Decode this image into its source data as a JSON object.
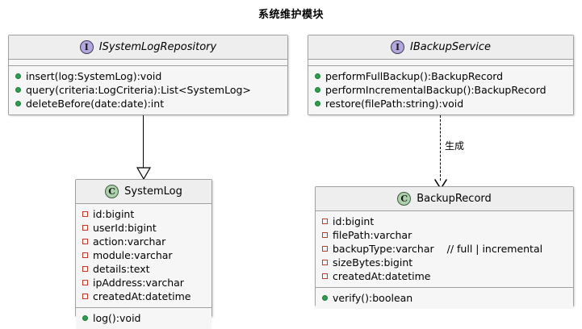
{
  "diagram": {
    "title": "系统维护模块",
    "type": "uml-class-diagram"
  },
  "colors": {
    "interface_icon": "#b4a7e0",
    "class_icon": "#add1ad",
    "public_marker": "#2e9e4f",
    "private_marker": "#c0392b",
    "box_fill": "#f6f6f6",
    "header_fill": "#eeeeee",
    "border": "#a0a0a0",
    "connector": "#000000"
  },
  "nodes": [
    {
      "id": "ISystemLogRepository",
      "stereotype": "I",
      "kind": "interface",
      "name": "ISystemLogRepository",
      "attributes": [],
      "methods": [
        {
          "marker": "public",
          "text": "insert(log:SystemLog):void"
        },
        {
          "marker": "public",
          "text": "query(criteria:LogCriteria):List<SystemLog>"
        },
        {
          "marker": "public",
          "text": "deleteBefore(date:date):int"
        }
      ]
    },
    {
      "id": "IBackupService",
      "stereotype": "I",
      "kind": "interface",
      "name": "IBackupService",
      "attributes": [],
      "methods": [
        {
          "marker": "public",
          "text": "performFullBackup():BackupRecord"
        },
        {
          "marker": "public",
          "text": "performIncrementalBackup():BackupRecord"
        },
        {
          "marker": "public",
          "text": "restore(filePath:string):void"
        }
      ]
    },
    {
      "id": "SystemLog",
      "stereotype": "C",
      "kind": "class",
      "name": "SystemLog",
      "attributes": [
        {
          "marker": "private",
          "text": "id:bigint"
        },
        {
          "marker": "private",
          "text": "userId:bigint"
        },
        {
          "marker": "private",
          "text": "action:varchar"
        },
        {
          "marker": "private",
          "text": "module:varchar"
        },
        {
          "marker": "private",
          "text": "details:text"
        },
        {
          "marker": "private",
          "text": "ipAddress:varchar"
        },
        {
          "marker": "private",
          "text": "createdAt:datetime"
        }
      ],
      "methods": [
        {
          "marker": "public",
          "text": "log():void"
        }
      ]
    },
    {
      "id": "BackupRecord",
      "stereotype": "C",
      "kind": "class",
      "name": "BackupRecord",
      "attributes": [
        {
          "marker": "private",
          "text": "id:bigint"
        },
        {
          "marker": "private",
          "text": "filePath:varchar"
        },
        {
          "marker": "private",
          "text": "backupType:varchar",
          "comment": "// full | incremental"
        },
        {
          "marker": "private",
          "text": "sizeBytes:bigint"
        },
        {
          "marker": "private",
          "text": "createdAt:datetime"
        }
      ],
      "methods": [
        {
          "marker": "public",
          "text": "verify():boolean"
        }
      ]
    }
  ],
  "edges": [
    {
      "id": "edge-systemlog-realization",
      "from": "ISystemLogRepository",
      "to": "SystemLog",
      "style": "solid",
      "arrow": "hollow-triangle",
      "label": ""
    },
    {
      "id": "edge-backup-dependency",
      "from": "IBackupService",
      "to": "BackupRecord",
      "style": "dashed",
      "arrow": "open",
      "label": "生成"
    }
  ]
}
